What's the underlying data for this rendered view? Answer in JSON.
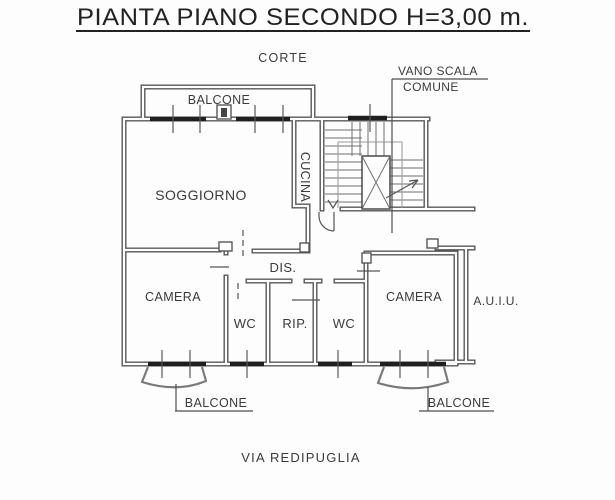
{
  "title": "PIANTA PIANO SECONDO H=3,00 m.",
  "labels": {
    "corte": "CORTE",
    "vano_scala_line1": "VANO SCALA",
    "vano_scala_line2": "COMUNE",
    "balcone_top": "BALCONE",
    "soggiorno": "SOGGIORNO",
    "cucina": "CUCINA",
    "dis": "DIS.",
    "camera_left": "CAMERA",
    "wc_left": "WC",
    "rip": "RIP.",
    "wc_right": "WC",
    "camera_right": "CAMERA",
    "auiu": "A.U.I.U.",
    "balcone_bottom_left": "BALCONE",
    "balcone_bottom_right": "BALCONE",
    "via": "VIA REDIPUGLIA"
  },
  "colors": {
    "background": "#fdfdfd",
    "ink": "#3b3b3b",
    "wall": "#575757",
    "window": "#1f1f1f",
    "title_ink": "#222222"
  }
}
